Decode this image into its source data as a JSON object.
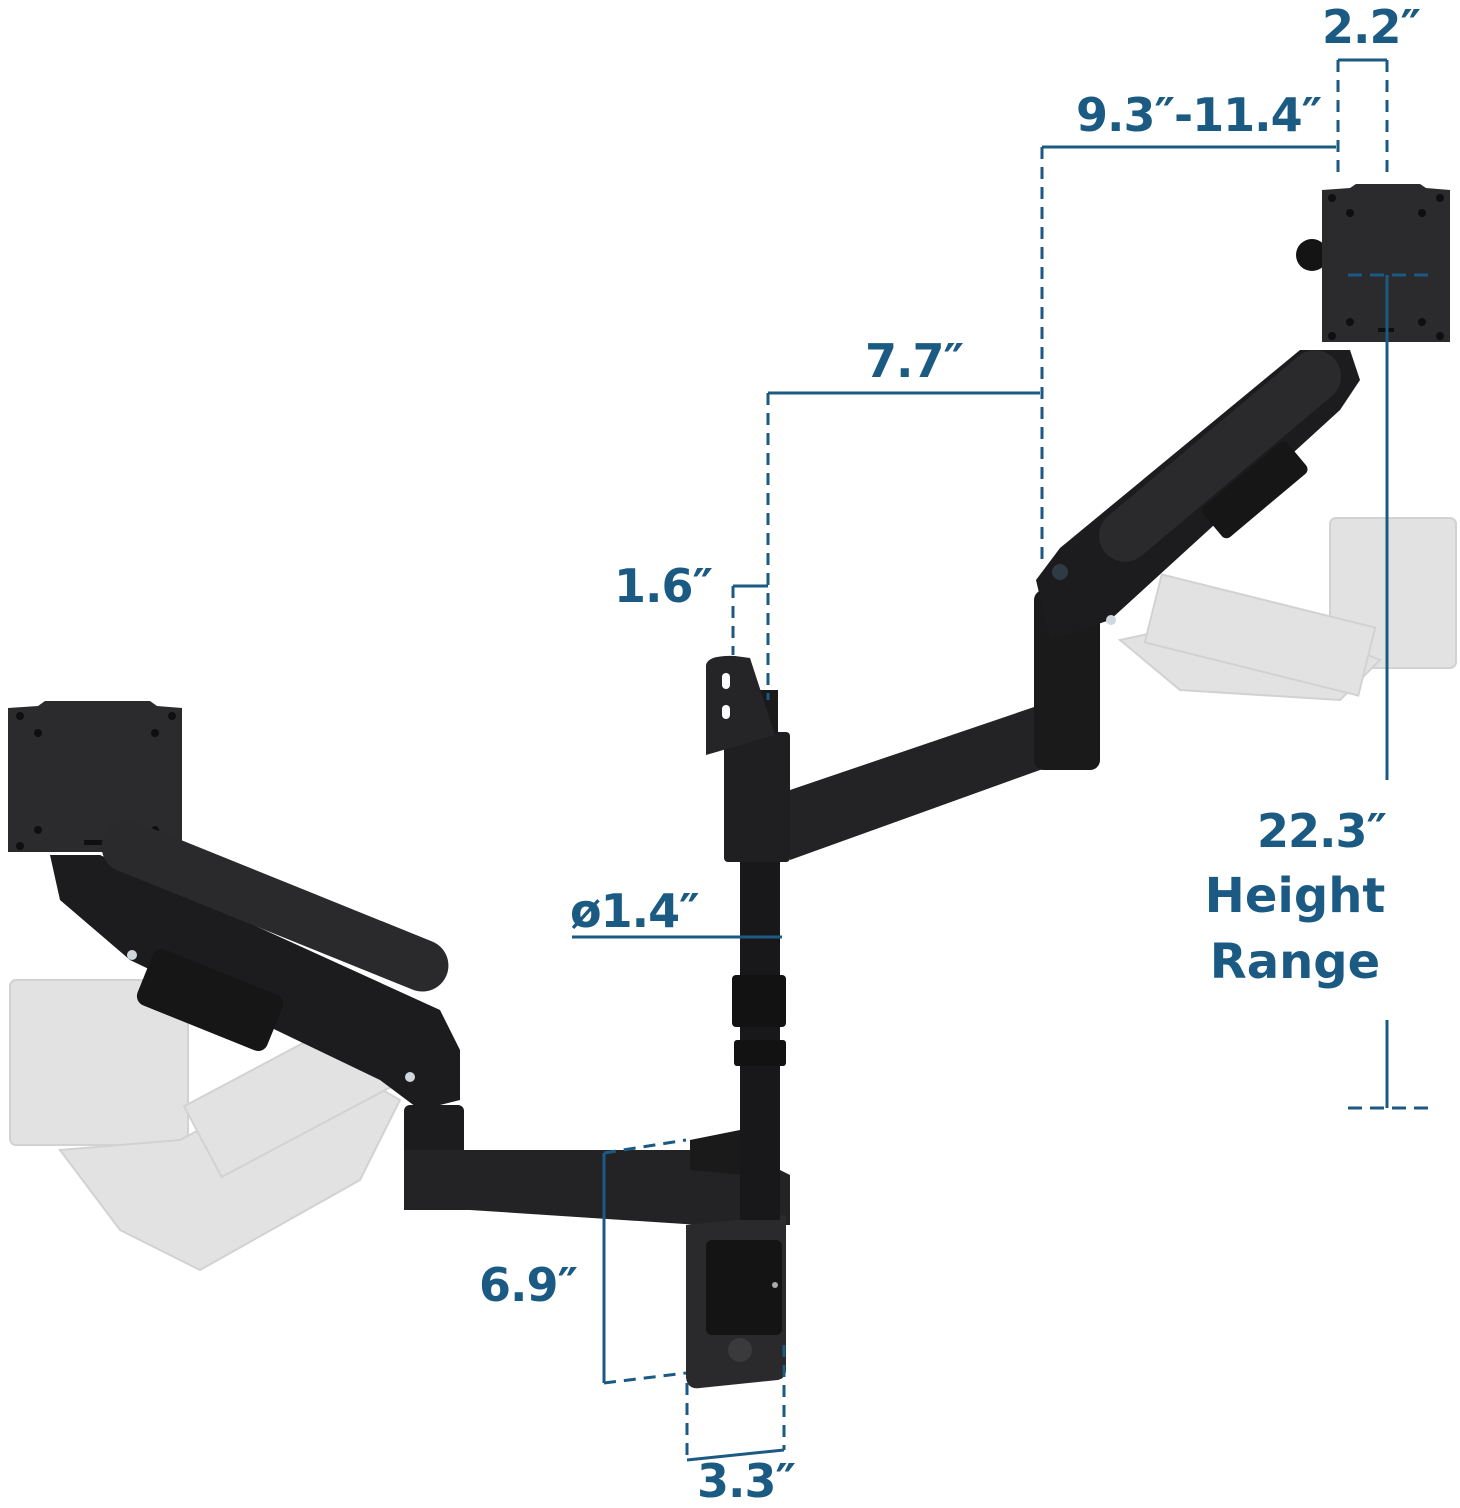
{
  "diagram": {
    "subject": "Dual monitor wall mount arm with gas spring arms",
    "accent_color": "#1b5a83",
    "arm_color": "#1c1c1e",
    "ghost_color": "#dcdcdc"
  },
  "dimensions": {
    "plate_offset": "2.2″",
    "arm_extension": "9.3″-11.4″",
    "middle_arm": "7.7″",
    "top_bracket": "1.6″",
    "pole_diameter": "ø1.4″",
    "wall_plate_height": "6.9″",
    "wall_plate_width": "3.3″",
    "height_range_value": "22.3″",
    "height_range_label_1": "Height",
    "height_range_label_2": "Range"
  }
}
